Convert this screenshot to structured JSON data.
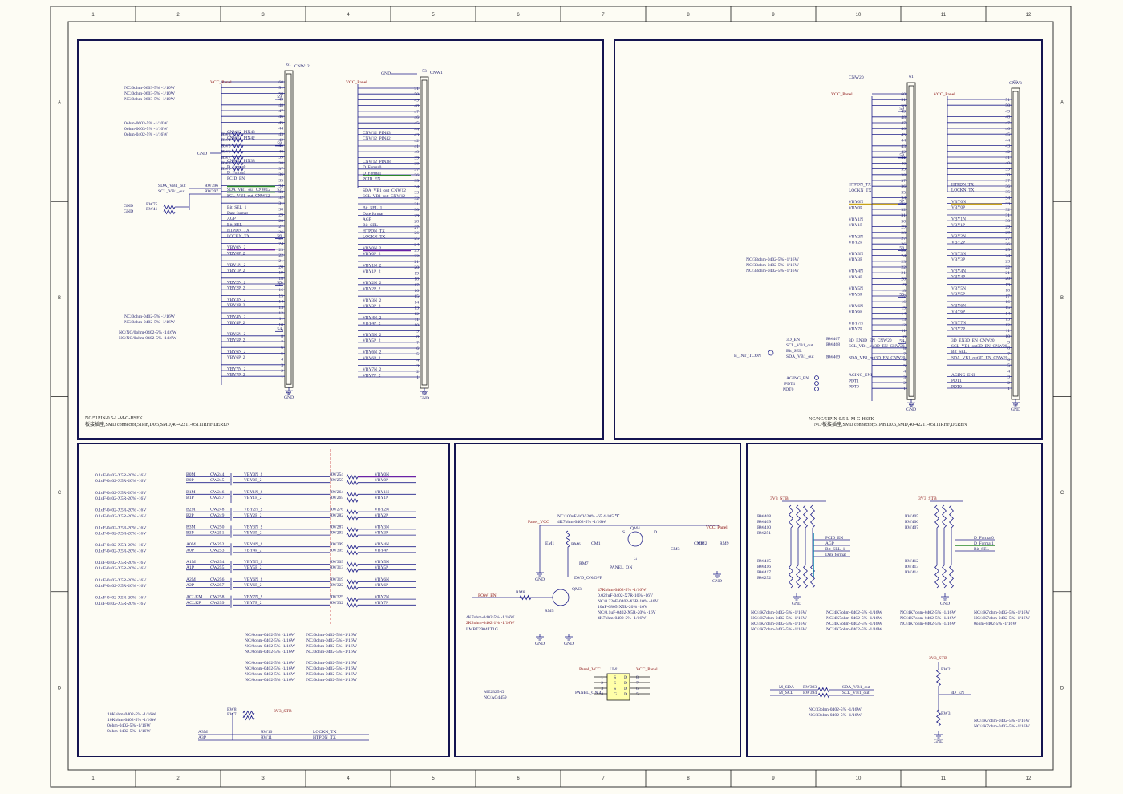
{
  "frame": {
    "cols": [
      "1",
      "2",
      "3",
      "4",
      "5",
      "6",
      "7",
      "8",
      "9",
      "10",
      "11",
      "12"
    ],
    "rows": [
      "A",
      "B",
      "C",
      "D"
    ]
  },
  "panel1": {
    "con1": {
      "name": "CNW12",
      "vcc": "VCC_Panel",
      "pin_top": "61",
      "pin_bot": "62",
      "side_pins": [
        "59",
        "58",
        "57",
        "56",
        "55",
        "54"
      ],
      "pins": [
        "60",
        "51",
        "50",
        "49",
        "48",
        "47",
        "46",
        "45",
        "44",
        "43",
        "42",
        "41",
        "40",
        "39",
        "38",
        "37",
        "36",
        "35",
        "34",
        "33",
        "32",
        "31",
        "30",
        "29",
        "28",
        "27",
        "26",
        "25",
        "24",
        "23",
        "22",
        "21",
        "20",
        "19",
        "18",
        "17",
        "16",
        "15",
        "14",
        "13",
        "12",
        "11",
        "10",
        "9",
        "8",
        "7",
        "6",
        "5",
        "4",
        "3",
        "2",
        "1"
      ],
      "nets": [
        "",
        "",
        "",
        "",
        "",
        "",
        "",
        "",
        "",
        "CNW12_PIN43",
        "CNW12_PIN42",
        "",
        "",
        "",
        "CNW12_PIN38",
        "D_Forma0",
        "D_Forma1",
        "PCID_EN",
        "",
        "SDA_VB1_out_CNW12",
        "SCL_VB1_out_CNW12",
        "",
        "Bit_SEL_1",
        "Date format",
        "AGP",
        "Bit_SEL",
        "HTPDN_TX",
        "LOCKN_TX",
        "",
        "VBY0N_2",
        "VBY0P_2",
        "",
        "VBY1N_2",
        "VBY1P_2",
        "",
        "VBY2N_2",
        "VBY2P_2",
        "",
        "VBY3N_2",
        "VBY3P_2",
        "",
        "VBY4N_2",
        "VBY4P_2",
        "",
        "VBY5N_2",
        "VBY5P_2",
        "",
        "VBY6N_2",
        "VBY6P_2",
        "",
        "VBY7N_2",
        "VBY7P_2"
      ]
    },
    "con2": {
      "name": "CNW1",
      "pin_top": "53",
      "pin_bot": "52",
      "gnd": "GND",
      "pins": [
        "51",
        "50",
        "49",
        "48",
        "47",
        "46",
        "45",
        "44",
        "43",
        "42",
        "41",
        "40",
        "39",
        "38",
        "37",
        "36",
        "35",
        "34",
        "33",
        "32",
        "31",
        "30",
        "29",
        "28",
        "27",
        "26",
        "25",
        "24",
        "23",
        "22",
        "21",
        "20",
        "19",
        "18",
        "17",
        "16",
        "15",
        "14",
        "13",
        "12",
        "11",
        "10",
        "9",
        "8",
        "7",
        "6",
        "5",
        "4",
        "3",
        "2",
        "1"
      ],
      "nets": [
        "",
        "",
        "",
        "",
        "",
        "",
        "",
        "",
        "CNW12_PIN43",
        "CNW12_PIN42",
        "",
        "",
        "",
        "CNW12_PIN38",
        "D_Forma0",
        "D_Forma1",
        "PCID_EN",
        "",
        "SDA_VB1_out_CNW12",
        "SCL_VB1_out_CNW12",
        "",
        "Bit_SEL_1",
        "Date format",
        "AGP",
        "Bit_SEL",
        "HTPDN_TX",
        "LOCKN_TX",
        "",
        "VBY0N_2",
        "VBY0P_2",
        "",
        "VBY1N_2",
        "VBY1P_2",
        "",
        "VBY2N_2",
        "VBY2P_2",
        "",
        "VBY3N_2",
        "VBY3P_2",
        "",
        "VBY4N_2",
        "VBY4P_2",
        "",
        "VBY5N_2",
        "VBY5P_2",
        "",
        "VBY6N_2",
        "VBY6P_2",
        "",
        "VBY7N_2",
        "VBY7P_2"
      ]
    },
    "notes_top": [
      "NC/0ohm-0603-5% -1/10W",
      "NC/0ohm-0603-5% -1/10W",
      "NC/0ohm-0603-5% -1/10W"
    ],
    "notes_mid": [
      "0ohm-0603-5% -1/10W",
      "0ohm-0603-5% -1/10W",
      "0ohm-0402-5% -1/16W"
    ],
    "notes_b1": [
      "NC/0ohm-0402-5% -1/16W",
      "NC/0ohm-0402-5% -1/16W"
    ],
    "notes_b2": [
      "NC/NC/0ohm-0402-5% -1/16W",
      "NC/NC/0ohm-0402-5% -1/16W"
    ],
    "rw_left": [
      "RW3",
      "RW4",
      "RW5",
      "RW6",
      "RW7",
      "RW8",
      "RW9"
    ],
    "sda": "SDA_VB1_out",
    "scl": "SCL_VB1_out",
    "rw396": "RW396",
    "rw397": "RW397",
    "rw75": "RW75",
    "rw41": "RW41",
    "gnd": "GND",
    "desc1": "NC/51PIN-0.5-L-M-G-HSFK",
    "desc2": "板接插座,SMD connector,51Pin,D0.5,SMD,40-42211-05111RHF,DEREN"
  },
  "panel2": {
    "con1": {
      "name": "CNW20",
      "vcc": "VCC_Panel",
      "pin_top": "61",
      "pin_bot": "62",
      "side_pins": [
        "59",
        "58",
        "57",
        "56",
        "55",
        "54"
      ],
      "pins": [
        "60",
        "51",
        "50",
        "49",
        "48",
        "47",
        "46",
        "45",
        "44",
        "43",
        "42",
        "41",
        "40",
        "39",
        "38",
        "37",
        "36",
        "35",
        "34",
        "33",
        "32",
        "31",
        "30",
        "29",
        "28",
        "27",
        "26",
        "25",
        "24",
        "23",
        "22",
        "21",
        "20",
        "19",
        "18",
        "17",
        "16",
        "15",
        "14",
        "13",
        "12",
        "11",
        "10",
        "9",
        "8",
        "7",
        "6",
        "5",
        "4",
        "3",
        "2",
        "1"
      ],
      "nets": [
        "",
        "",
        "",
        "",
        "",
        "",
        "",
        "",
        "",
        "",
        "",
        "",
        "",
        "",
        "",
        "",
        "HTPDN_TX",
        "LOCKN_TX",
        "",
        "VBY0N",
        "VBY0P",
        "",
        "VBY1N",
        "VBY1P",
        "",
        "VBY2N",
        "VBY2P",
        "",
        "VBY3N",
        "VBY3P",
        "",
        "VBY4N",
        "VBY4P",
        "",
        "VBY5N",
        "VBY5P",
        "",
        "VBY6N",
        "VBY6P",
        "",
        "VBY7N",
        "VBY7P",
        "",
        "3D_EN3D_EN_CNW20",
        "SCL_VB1_out3D_EN_CNW20",
        "",
        "SDA_VB1_out3D_EN_CNW20",
        "",
        "",
        "AGING_ENI",
        "PDT1",
        "PDT0"
      ]
    },
    "con2": {
      "name": "CNW3",
      "vcc": "VCC_Panel",
      "pin_top": "53",
      "pin_bot": "52",
      "gnd": "GND",
      "pins": [
        "51",
        "50",
        "49",
        "48",
        "47",
        "46",
        "45",
        "44",
        "43",
        "42",
        "41",
        "40",
        "39",
        "38",
        "37",
        "36",
        "35",
        "34",
        "33",
        "32",
        "31",
        "30",
        "29",
        "28",
        "27",
        "26",
        "25",
        "24",
        "23",
        "22",
        "21",
        "20",
        "19",
        "18",
        "17",
        "16",
        "15",
        "14",
        "13",
        "12",
        "11",
        "10",
        "9",
        "8",
        "7",
        "6",
        "5",
        "4",
        "3",
        "2",
        "1"
      ],
      "nets": [
        "",
        "",
        "",
        "",
        "",
        "",
        "",
        "",
        "",
        "",
        "",
        "",
        "",
        "",
        "",
        "HTPDN_TX",
        "LOCKN_TX",
        "",
        "VBY0N",
        "VBY0P",
        "",
        "VBY1N",
        "VBY1P",
        "",
        "VBY2N",
        "VBY2P",
        "",
        "VBY3N",
        "VBY3P",
        "",
        "VBY4N",
        "VBY4P",
        "",
        "VBY5N",
        "VBY5P",
        "",
        "VBY6N",
        "VBY6P",
        "",
        "VBY7N",
        "VBY7P",
        "",
        "3D_EN3D_EN_CNW20",
        "SCL_VB1_out3D_EN_CNW20",
        "Bit_SEL",
        "SDA_VB1_out3D_EN_CNW20",
        "",
        "",
        "AGING_ENI",
        "PDT1",
        "PDT0"
      ]
    },
    "notes": [
      "NC/33ohm-0402-5% -1/16W",
      "NC/33ohm-0402-5% -1/16W",
      "NC/33ohm-0402-5% -1/16W"
    ],
    "left_nets": [
      "3D_EN",
      "SCL_VB1_out",
      "Bit_SEL",
      "SDA_VB1_out"
    ],
    "rw": [
      "RW467",
      "RW468",
      "RW469"
    ],
    "b_int": "B_INT_TCON",
    "aging": [
      "AGING_EN",
      "PDT1",
      "PDT0"
    ],
    "desc1": "NC/NC/51PIN-0.5-L-M-G-HSFK",
    "desc2": "NC/板接插座,SMD connector,51Pin,D0.5,SMD,40-42211-05111RHF,DEREN"
  },
  "panel3": {
    "rows": [
      {
        "note": "0.1uF-0402-X5R-20% -16V",
        "in": "B0M",
        "cw": "CW244",
        "out": "VBY0N_2",
        "rw": "RW254",
        "net": "VBY0N"
      },
      {
        "note": "0.1uF-0402-X5R-20% -16V",
        "in": "B0P",
        "cw": "CW245",
        "out": "VBY0P_2",
        "rw": "RW255",
        "net": "VBY0P"
      },
      {
        "note": "0.1uF-0402-X5R-20% -16V",
        "in": "B1M",
        "cw": "CW246",
        "out": "VBY1N_2",
        "rw": "RW264",
        "net": "VBY1N"
      },
      {
        "note": "0.1uF-0402-X5R-20% -16V",
        "in": "B1P",
        "cw": "CW247",
        "out": "VBY1P_2",
        "rw": "RW265",
        "net": "VBY1P"
      },
      {
        "note": "0.1uF-0402-X5R-20% -16V",
        "in": "B2M",
        "cw": "CW248",
        "out": "VBY2N_2",
        "rw": "RW276",
        "net": "VBY2N"
      },
      {
        "note": "0.1uF-0402-X5R-20% -16V",
        "in": "B2P",
        "cw": "CW249",
        "out": "VBY2P_2",
        "rw": "RW282",
        "net": "VBY2P"
      },
      {
        "note": "0.1uF-0402-X5R-20% -16V",
        "in": "B3M",
        "cw": "CW250",
        "out": "VBY3N_2",
        "rw": "RW287",
        "net": "VBY3N"
      },
      {
        "note": "0.1uF-0402-X5R-20% -16V",
        "in": "B3P",
        "cw": "CW251",
        "out": "VBY3P_2",
        "rw": "RW293",
        "net": "VBY3P"
      },
      {
        "note": "0.1uF-0402-X5R-20% -16V",
        "in": "A0M",
        "cw": "CW252",
        "out": "VBY4N_2",
        "rw": "RW299",
        "net": "VBY4N"
      },
      {
        "note": "0.1uF-0402-X5R-20% -16V",
        "in": "A0P",
        "cw": "CW253",
        "out": "VBY4P_2",
        "rw": "RW305",
        "net": "VBY4P"
      },
      {
        "note": "0.1uF-0402-X5R-20% -16V",
        "in": "A1M",
        "cw": "CW254",
        "out": "VBY5N_2",
        "rw": "RW309",
        "net": "VBY5N"
      },
      {
        "note": "0.1uF-0402-X5R-20% -16V",
        "in": "A1P",
        "cw": "CW255",
        "out": "VBY5P_2",
        "rw": "RW313",
        "net": "VBY5P"
      },
      {
        "note": "0.1uF-0402-X5R-20% -16V",
        "in": "A2M",
        "cw": "CW256",
        "out": "VBY6N_2",
        "rw": "RW319",
        "net": "VBY6N"
      },
      {
        "note": "0.1uF-0402-X5R-20% -16V",
        "in": "A2P",
        "cw": "CW257",
        "out": "VBY6P_2",
        "rw": "RW322",
        "net": "VBY6P"
      },
      {
        "note": "0.1uF-0402-X5R-20% -16V",
        "in": "ACLKM",
        "cw": "CW258",
        "out": "VBY7N_2",
        "rw": "RW329",
        "net": "VBY7N"
      },
      {
        "note": "0.1uF-0402-X5R-20% -16V",
        "in": "ACLKP",
        "cw": "CW259",
        "out": "VBY7P_2",
        "rw": "RW332",
        "net": "VBY7P"
      }
    ],
    "notes1": [
      "NC/0ohm-0402-5% -1/16W",
      "NC/0ohm-0402-5% -1/16W",
      "NC/0ohm-0402-5% -1/16W",
      "NC/0ohm-0402-5% -1/16W"
    ],
    "notes2": [
      "NC/0ohm-0402-5% -1/16W",
      "NC/0ohm-0402-5% -1/16W",
      "NC/0ohm-0402-5% -1/16W",
      "NC/0ohm-0402-5% -1/16W"
    ],
    "notes3": [
      "NC/0ohm-0402-5% -1/16W",
      "NC/0ohm-0402-5% -1/16W",
      "NC/0ohm-0402-5% -1/16W",
      "NC/0ohm-0402-5% -1/16W"
    ],
    "notes4": [
      "NC/0ohm-0402-5% -1/16W",
      "NC/0ohm-0402-5% -1/16W",
      "NC/0ohm-0402-5% -1/16W",
      "NC/0ohm-0402-5% -1/16W"
    ],
    "bottom_notes": [
      "10Kohm-0402-5% -1/16W",
      "10Kohm-0402-5% -1/16W",
      "0ohm-0402-5% -1/16W",
      "0ohm-0402-5% -1/16W"
    ],
    "rw8": "RW8",
    "rw7": "RW7",
    "v3": "3V3_STB",
    "a3m": "A3M",
    "a3p": "A3P",
    "rw10": "RW10",
    "rw11": "RW11",
    "lockn": "LOCKN_TX",
    "htpdn": "HTPDN_TX"
  },
  "panel4": {
    "panel_vcc": "Panel_VCC",
    "vcc_panel": "VCC_Panel",
    "em1": "EM1",
    "rm6": "RM6",
    "rm7": "RM7",
    "cm1": "CM1",
    "qm4": "QM4",
    "s": "S",
    "d": "D",
    "g": "G",
    "cm3": "CM3",
    "cm2": "CM2",
    "cm6": "CM6",
    "rm9": "RM9",
    "gnd": "GND",
    "panel_on": "PANEL_ON",
    "dvd": "DVD_ON/OFF",
    "pow_en": "POW_EN",
    "rm8": "RM8",
    "qm3": "QM3",
    "rm5": "RM5",
    "top_notes": [
      "NC/100uF-16V-20% -65.4-105 ℃",
      "4K7ohm-0402-5% -1/16W"
    ],
    "notes_red": [
      "47Kohm-0402-5% -1/16W"
    ],
    "notes_mid": [
      "0.022uF-0402-X7R-10% -16V",
      "NC/0.22uF-0402-X5R-10% -16V",
      "10uF-0805-X5R-20% -16V",
      "NC/0.1uF-0402-X5R-20% -16V",
      "4K7ohm-0402-5% -1/16W"
    ],
    "left_notes": [
      "4K7ohm-0402-5% -1/16W"
    ],
    "left_red": [
      "2K2ohm-0402-1% -1/16W"
    ],
    "left_part": [
      "LMBT3904LT1G"
    ],
    "um1": "UM1",
    "panel_on4": "PANEL_ON 4",
    "um1_pins_l": [
      "1",
      "2",
      "3",
      "4"
    ],
    "um1_pins_r": [
      "8",
      "7",
      "6",
      "5"
    ],
    "um1_sig": [
      "S",
      "S",
      "S",
      "G",
      "D",
      "D",
      "D",
      "D"
    ],
    "me": [
      "ME2325-G",
      "NC/AO4459"
    ]
  },
  "panel5": {
    "v3a": "3V3_STB",
    "v3b": "3V3_STB",
    "v3c": "3V3_STB",
    "rw_a": [
      "RW408",
      "RW409",
      "RW410",
      "RW251"
    ],
    "rw_b": [
      "RW415",
      "RW416",
      "RW417",
      "RW252"
    ],
    "rw_c": [
      "RW405",
      "RW406",
      "RW407"
    ],
    "rw_d": [
      "RW412",
      "RW413",
      "RW414"
    ],
    "nets_a": [
      "PCID_EN",
      "AGP",
      "Bit_SEL_1",
      "Date format"
    ],
    "nets_b": [
      "D_Format0",
      "D_Format1",
      "Bit_SEL"
    ],
    "notes_a": [
      "NC/4K7ohm-0402-5% -1/16W",
      "NC/4K7ohm-0402-5% -1/16W",
      "NC/4K7ohm-0402-5% -1/16W",
      "NC/4K7ohm-0402-5% -1/16W"
    ],
    "notes_b": [
      "NC/4K7ohm-0402-5% -1/16W",
      "NC/4K7ohm-0402-5% -1/16W",
      "NC/4K7ohm-0402-5% -1/16W",
      "NC/4K7ohm-0402-5% -1/16W"
    ],
    "notes_c": [
      "NC/4K7ohm-0402-5% -1/16W",
      "NC/4K7ohm-0402-5% -1/16W",
      "NC/4K7ohm-0402-5% -1/16W"
    ],
    "notes_d": [
      "NC/4K7ohm-0402-5% -1/16W",
      "NC/4K7ohm-0402-5% -1/16W",
      "0ohm-0402-5% -1/16W"
    ],
    "m_sda": "M_SDA",
    "m_scl": "M_SCL",
    "rw393": "RW393",
    "rw394": "RW394",
    "sda_out": "SDA_VB1_out",
    "scl_out": "SCL_VB1_out",
    "notes_e": [
      "NC/33ohm-0402-5% -1/16W",
      "NC/33ohm-0402-5% -1/16W"
    ],
    "rw2": "RW2",
    "rw3": "RW3",
    "en3d": "3D_EN",
    "notes_f": [
      "NC/4K7ohm-0402-5% -1/16W",
      "NC/4K7ohm-0402-5% -1/16W"
    ],
    "gnd": "GND"
  }
}
